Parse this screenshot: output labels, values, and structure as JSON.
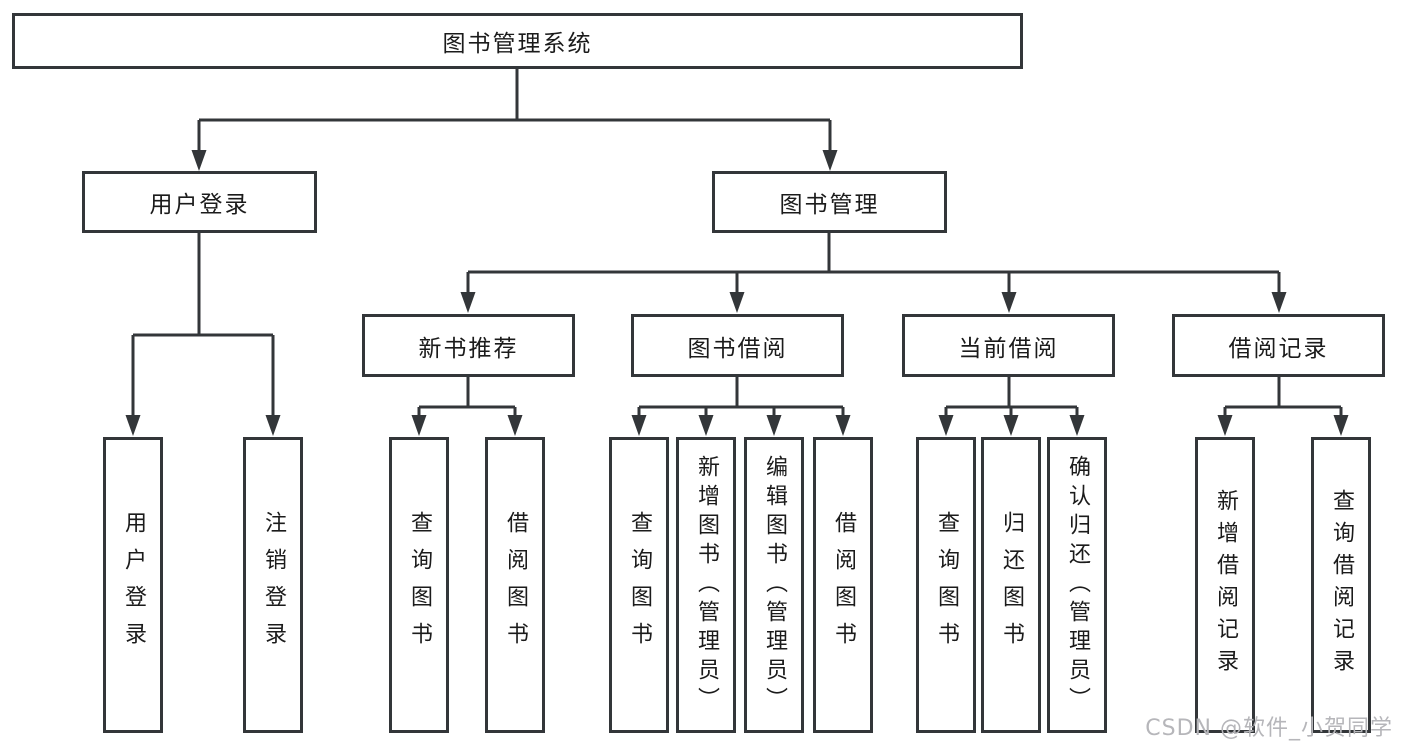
{
  "diagram": {
    "root": {
      "label": "图书管理系统"
    },
    "login": {
      "label": "用户登录",
      "children": [
        {
          "label": "用户登录"
        },
        {
          "label": "注销登录"
        }
      ]
    },
    "mgmt": {
      "label": "图书管理",
      "children": [
        {
          "label": "新书推荐",
          "children": [
            {
              "label": "查询图书"
            },
            {
              "label": "借阅图书"
            }
          ]
        },
        {
          "label": "图书借阅",
          "children": [
            {
              "label": "查询图书"
            },
            {
              "label": "新增图书（管理员）"
            },
            {
              "label": "编辑图书（管理员）"
            },
            {
              "label": "借阅图书"
            }
          ]
        },
        {
          "label": "当前借阅",
          "children": [
            {
              "label": "查询图书"
            },
            {
              "label": "归还图书"
            },
            {
              "label": "确认归还（管理员）"
            }
          ]
        },
        {
          "label": "借阅记录",
          "children": [
            {
              "label": "新增借阅记录"
            },
            {
              "label": "查询借阅记录"
            }
          ]
        }
      ]
    }
  },
  "colors": {
    "line": "#333639",
    "text": "#1b1b1b",
    "watermark": "#b6b6ba"
  },
  "watermark": {
    "text": "CSDN @软件_小贺同学"
  }
}
